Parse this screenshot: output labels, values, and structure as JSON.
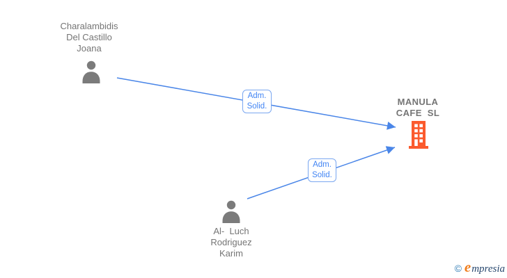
{
  "canvas": {
    "background": "#ffffff"
  },
  "nodes": {
    "person1": {
      "type": "person",
      "name_lines": [
        "Charalambidis",
        "Del Castillo",
        "Joana"
      ]
    },
    "person2": {
      "type": "person",
      "name_lines": [
        "Al-  Luch",
        "Rodriguez",
        "Karim"
      ]
    },
    "company": {
      "type": "company",
      "name_lines": [
        "MANULA",
        "CAFE  SL"
      ]
    }
  },
  "edges": {
    "edge1": {
      "from": "person1",
      "to": "company",
      "label_line1": "Adm.",
      "label_line2": "Solid."
    },
    "edge2": {
      "from": "person2",
      "to": "company",
      "label_line1": "Adm.",
      "label_line2": "Solid."
    }
  },
  "colors": {
    "edge_line": "#4a86e8",
    "edge_label_text": "#4285f4",
    "edge_label_border": "#7aa7f0",
    "person_icon": "#7b7b7b",
    "person_name_text": "#757575",
    "company_name_text": "#757575",
    "building_icon": "#fb5a2d",
    "watermark_copyright": "#2f7cb5",
    "watermark_brand_initial": "#f07d1d",
    "watermark_brand_rest": "#27476e"
  },
  "watermark": {
    "copyright_symbol": "©",
    "brand_initial": "e",
    "brand_rest": "mpresia"
  }
}
